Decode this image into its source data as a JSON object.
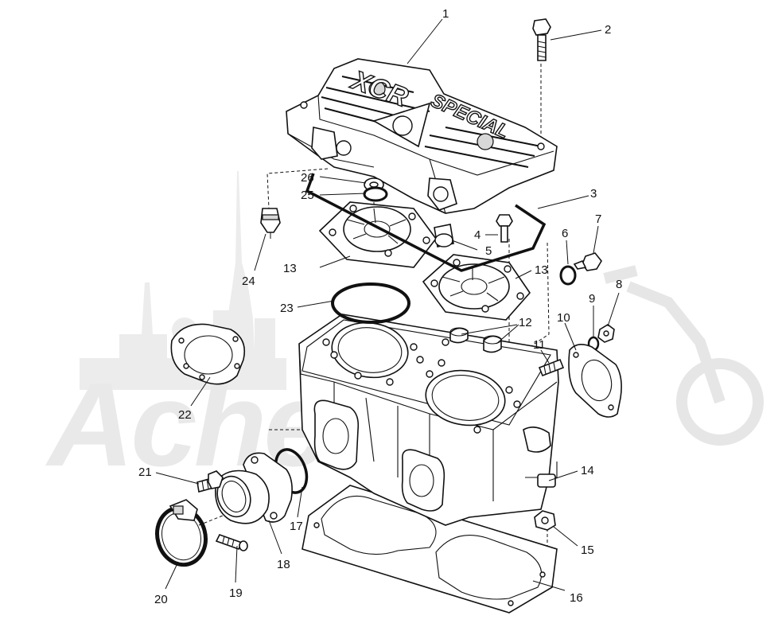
{
  "watermark": {
    "text": "Acheron"
  },
  "cover_text": {
    "model": "XCR",
    "edition": "SPECIAL"
  },
  "callouts": [
    {
      "id": "c1",
      "text": "1"
    },
    {
      "id": "c2",
      "text": "2"
    },
    {
      "id": "c3",
      "text": "3"
    },
    {
      "id": "c4",
      "text": "4"
    },
    {
      "id": "c5",
      "text": "5"
    },
    {
      "id": "c6",
      "text": "6"
    },
    {
      "id": "c7",
      "text": "7"
    },
    {
      "id": "c8",
      "text": "8"
    },
    {
      "id": "c9",
      "text": "9"
    },
    {
      "id": "c10",
      "text": "10"
    },
    {
      "id": "c11",
      "text": "11"
    },
    {
      "id": "c12",
      "text": "12"
    },
    {
      "id": "c13a",
      "text": "13"
    },
    {
      "id": "c13b",
      "text": "13"
    },
    {
      "id": "c14",
      "text": "14"
    },
    {
      "id": "c15",
      "text": "15"
    },
    {
      "id": "c16",
      "text": "16"
    },
    {
      "id": "c17",
      "text": "17"
    },
    {
      "id": "c18",
      "text": "18"
    },
    {
      "id": "c19",
      "text": "19"
    },
    {
      "id": "c20",
      "text": "20"
    },
    {
      "id": "c21",
      "text": "21"
    },
    {
      "id": "c22",
      "text": "22"
    },
    {
      "id": "c23",
      "text": "23"
    },
    {
      "id": "c24",
      "text": "24"
    },
    {
      "id": "c25",
      "text": "25"
    },
    {
      "id": "c26",
      "text": "26"
    }
  ]
}
